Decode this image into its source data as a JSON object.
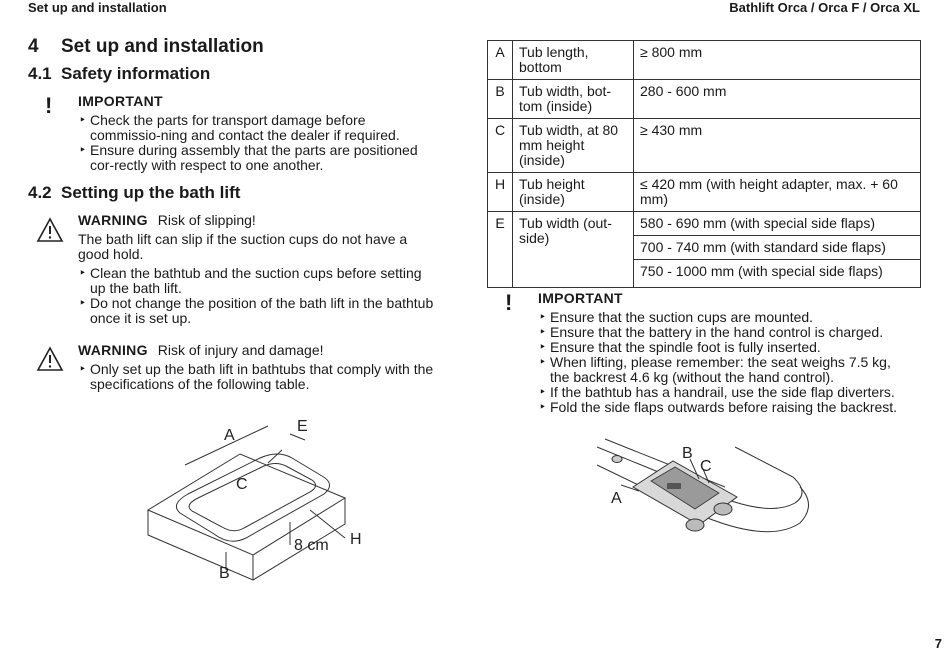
{
  "header": {
    "left": "Set up and installation",
    "right": "Bathlift Orca / Orca F / Orca XL"
  },
  "chapter": {
    "number": "4",
    "title": "Set up and installation"
  },
  "section_41": {
    "number": "4.1",
    "title": "Safety information",
    "important_label": "IMPORTANT",
    "items": [
      "Check the parts for transport damage before commissio-ning and contact the dealer if required.",
      "Ensure during assembly that the parts are positioned cor-rectly with respect to one another."
    ]
  },
  "section_42": {
    "number": "4.2",
    "title": "Setting up the bath lift",
    "warning1": {
      "label": "WARNING",
      "subtitle": "Risk of slipping!",
      "text": "The bath lift can slip if the suction cups do not have a good hold.",
      "items": [
        "Clean the bathtub and the suction cups before setting up the bath lift.",
        "Do not change the position of the bath lift in the bathtub once it is set up."
      ]
    },
    "warning2": {
      "label": "WARNING",
      "subtitle": "Risk of injury and damage!",
      "items": [
        "Only set up the bath lift in bathtubs that comply with the specifications of the following table."
      ]
    }
  },
  "tub_figure": {
    "labels": {
      "a": "A",
      "b": "B",
      "c": "C",
      "e": "E",
      "h": "H",
      "height": "8 cm"
    }
  },
  "spec_table": {
    "rows": [
      {
        "key": "A",
        "desc": "Tub length, bottom",
        "values": [
          "≥ 800 mm"
        ]
      },
      {
        "key": "B",
        "desc": "Tub width, bot-tom (inside)",
        "values": [
          "280 - 600 mm"
        ]
      },
      {
        "key": "C",
        "desc": "Tub width, at 80 mm height (inside)",
        "values": [
          "≥ 430 mm"
        ]
      },
      {
        "key": "H",
        "desc": "Tub height (inside)",
        "values": [
          "≤ 420 mm (with height adapter, max. + 60 mm)"
        ]
      },
      {
        "key": "E",
        "desc": "Tub width (out-side)",
        "values": [
          "580 - 690 mm (with special side flaps)",
          "700 - 740 mm (with standard side flaps)",
          "750 - 1000 mm (with special side flaps)"
        ]
      }
    ]
  },
  "important_right": {
    "label": "IMPORTANT",
    "items": [
      "Ensure that the suction cups are mounted.",
      "Ensure that the battery in the hand control is charged.",
      "Ensure that the spindle foot is fully inserted.",
      "When lifting, please remember: the seat weighs 7.5 kg, the backrest 4.6 kg (without the hand control).",
      "If the bathtub has a handrail, use the side flap diverters.",
      "Fold the side flaps outwards before raising the backrest."
    ]
  },
  "lift_figure": {
    "labels": {
      "a": "A",
      "b": "B",
      "c": "C"
    }
  },
  "page_number": "7"
}
